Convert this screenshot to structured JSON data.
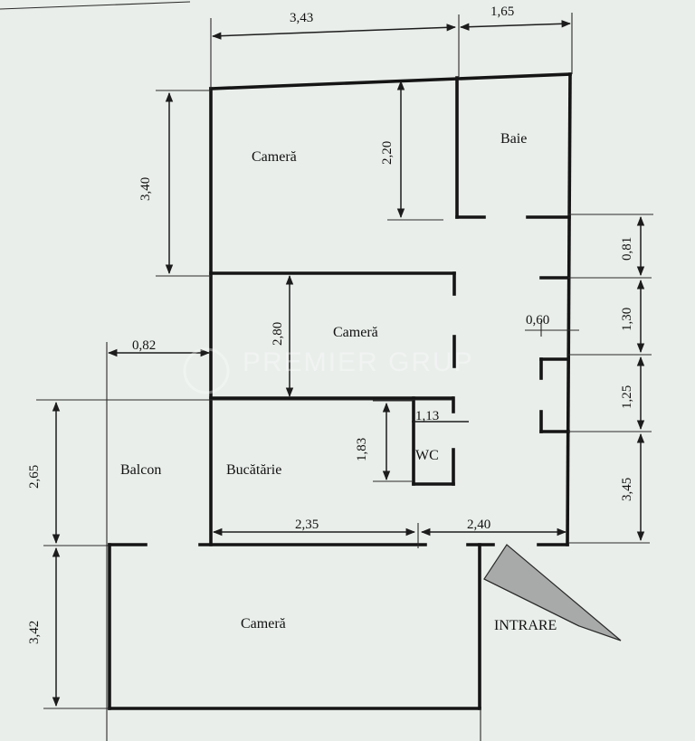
{
  "rooms": {
    "camera_top": "Cameră",
    "baie": "Baie",
    "camera_middle": "Cameră",
    "wc": "WC",
    "bucatarie": "Bucătărie",
    "balcon": "Balcon",
    "camera_bottom": "Cameră",
    "intrare": "INTRARE"
  },
  "dimensions": {
    "top_camera_width": "3,43",
    "top_baie_width": "1,65",
    "left_camera_height": "3,40",
    "inner_camera_height": "2,20",
    "middle_camera_height": "2,80",
    "balcony_width": "0,82",
    "wc_width": "1,13",
    "wc_height": "1,83",
    "kitchen_width": "2,35",
    "entry_width": "2,40",
    "balcony_height": "2,65",
    "bottom_camera_height": "3,42",
    "right_a": "0,81",
    "door_width": "0,60",
    "right_b": "1,30",
    "right_c": "1,25",
    "right_d": "3,45"
  },
  "watermark": "PREMIER GRUP"
}
